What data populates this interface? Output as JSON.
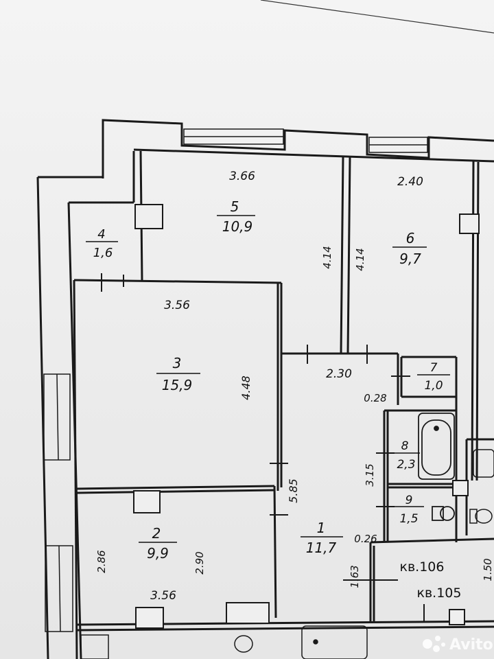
{
  "rooms": [
    {
      "number": "1",
      "area": "11,7"
    },
    {
      "number": "2",
      "area": "9,9"
    },
    {
      "number": "3",
      "area": "15,9"
    },
    {
      "number": "4",
      "area": "1,6"
    },
    {
      "number": "5",
      "area": "10,9"
    },
    {
      "number": "6",
      "area": "9,7"
    },
    {
      "number": "7",
      "area": "1,0"
    },
    {
      "number": "8",
      "area": "2,3"
    },
    {
      "number": "9",
      "area": "1,5"
    }
  ],
  "dimensions": {
    "d_366": "3.66",
    "d_240": "2.40",
    "d_414a": "4.14",
    "d_414b": "4.14",
    "d_356a": "3.56",
    "d_448": "4.48",
    "d_230": "2.30",
    "d_028": "0.28",
    "d_315": "3.15",
    "d_585": "5.85",
    "d_026": "0.26",
    "d_163": "1.63",
    "d_286": "2.86",
    "d_290": "2.90",
    "d_356b": "3.56",
    "d_150": "1.50"
  },
  "apartments": {
    "kv106": "кв.106",
    "kv105": "кв.105"
  },
  "watermark": {
    "brand": "Avito",
    "icon": "avito-dots-icon"
  },
  "colors": {
    "wall": "#1a1a1a",
    "paper": "#efefef"
  }
}
